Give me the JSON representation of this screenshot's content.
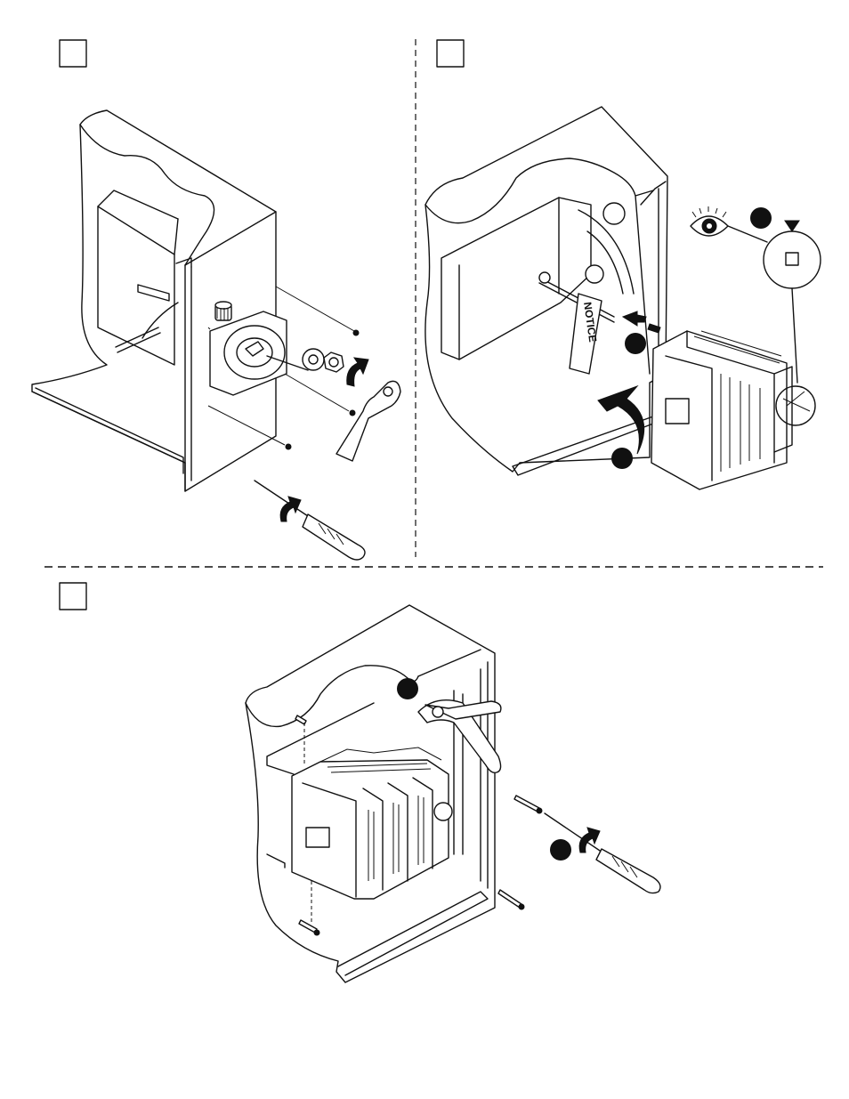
{
  "colors": {
    "line": "#111111",
    "background": "#ffffff"
  },
  "panels": [
    {
      "id": "step-box-1",
      "icon": "empty-square"
    },
    {
      "id": "step-box-2",
      "icon": "empty-square"
    },
    {
      "id": "step-box-3",
      "icon": "empty-square"
    }
  ],
  "labels": {
    "notice": "NOTICE"
  },
  "icons": [
    "eye-icon",
    "screwdriver-icon",
    "rotate-arrow-icon",
    "handle-icon",
    "pliers-icon",
    "indicator-triangle-icon"
  ]
}
